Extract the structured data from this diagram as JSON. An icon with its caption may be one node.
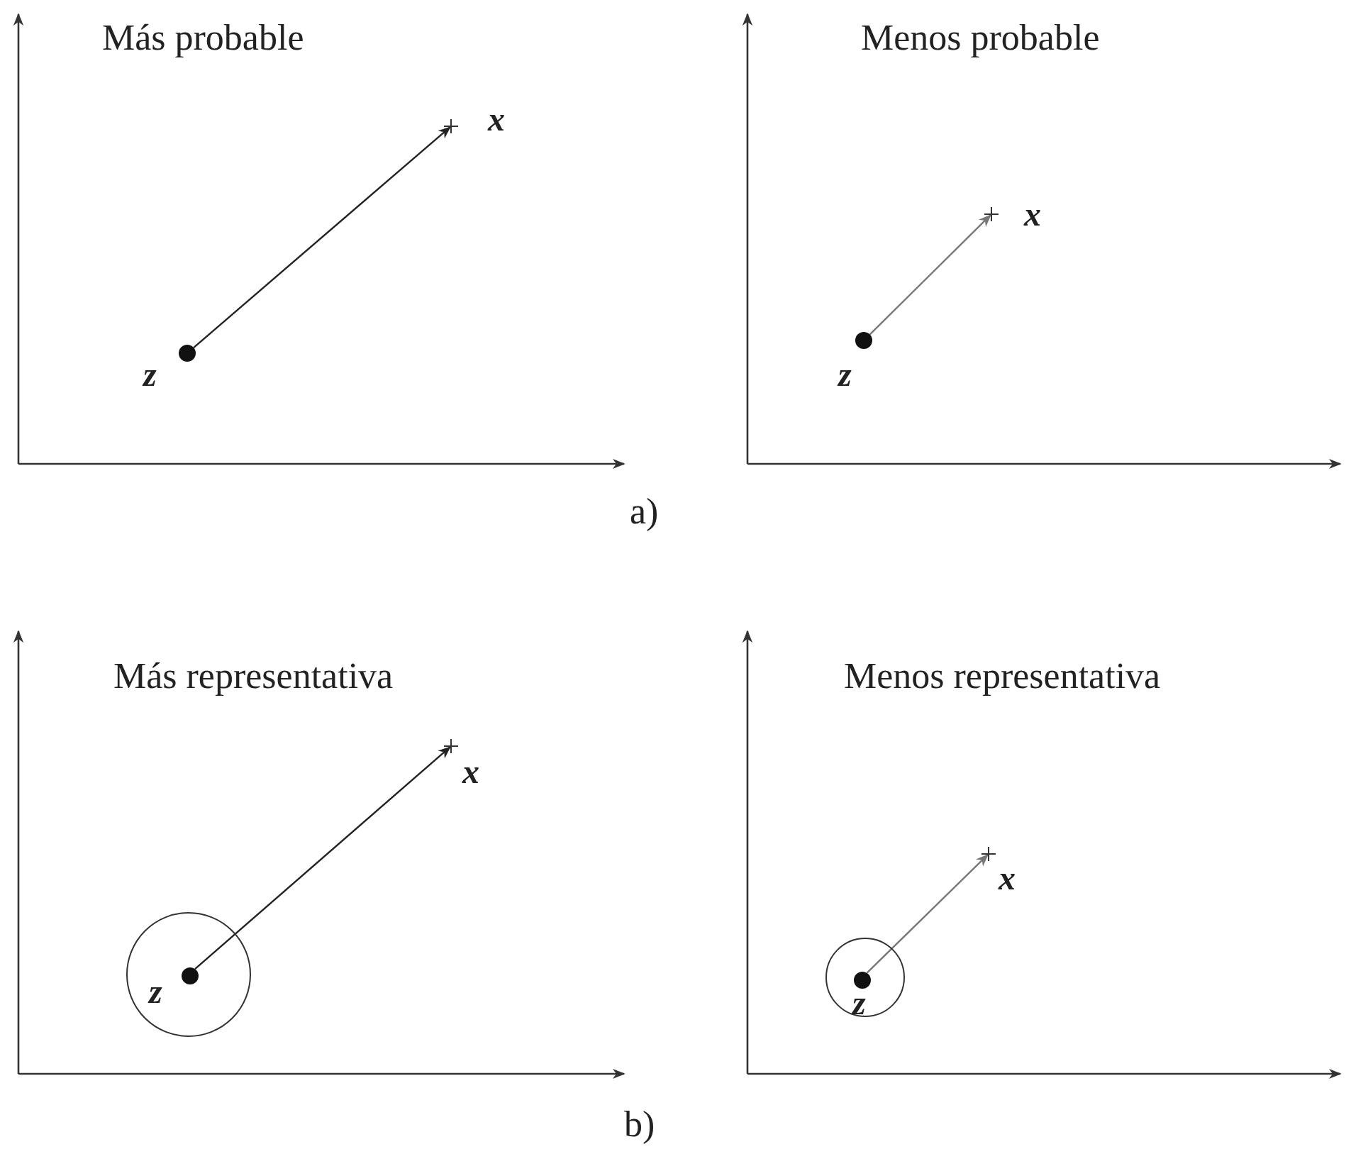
{
  "diagram": {
    "nodes": [
      {
        "text": [],
        "shape": "dot",
        "beside": [
          "z"
        ]
      },
      {
        "text": [],
        "shape": "cross",
        "beside": [
          "x"
        ]
      },
      {
        "text": [],
        "shape": "dot",
        "beside": [
          "z"
        ]
      },
      {
        "text": [],
        "shape": "cross",
        "beside": [
          "x"
        ]
      },
      {
        "text": [],
        "shape": "circle"
      },
      {
        "text": [],
        "shape": "dot",
        "beside": [
          "z"
        ],
        "in": 4
      },
      {
        "text": [],
        "shape": "cross",
        "beside": [
          "x"
        ]
      },
      {
        "text": [],
        "shape": "circle"
      },
      {
        "text": [],
        "shape": "dot",
        "beside": [
          "z"
        ],
        "in": 7
      },
      {
        "text": [],
        "shape": "cross",
        "beside": [
          "x"
        ]
      }
    ],
    "edges": [
      {
        "from": 0,
        "to": 1,
        "arrow": "to"
      },
      {
        "from": 2,
        "to": 3,
        "arrow": "to",
        "color": "#777777"
      },
      {
        "from": 5,
        "to": 6,
        "arrow": "to"
      },
      {
        "from": 8,
        "to": 9,
        "arrow": "to",
        "color": "#777777"
      }
    ],
    "labels": [
      "Más probable",
      "Menos probable",
      "a)",
      "Más representativa",
      "Menos representativa",
      "b)"
    ]
  }
}
